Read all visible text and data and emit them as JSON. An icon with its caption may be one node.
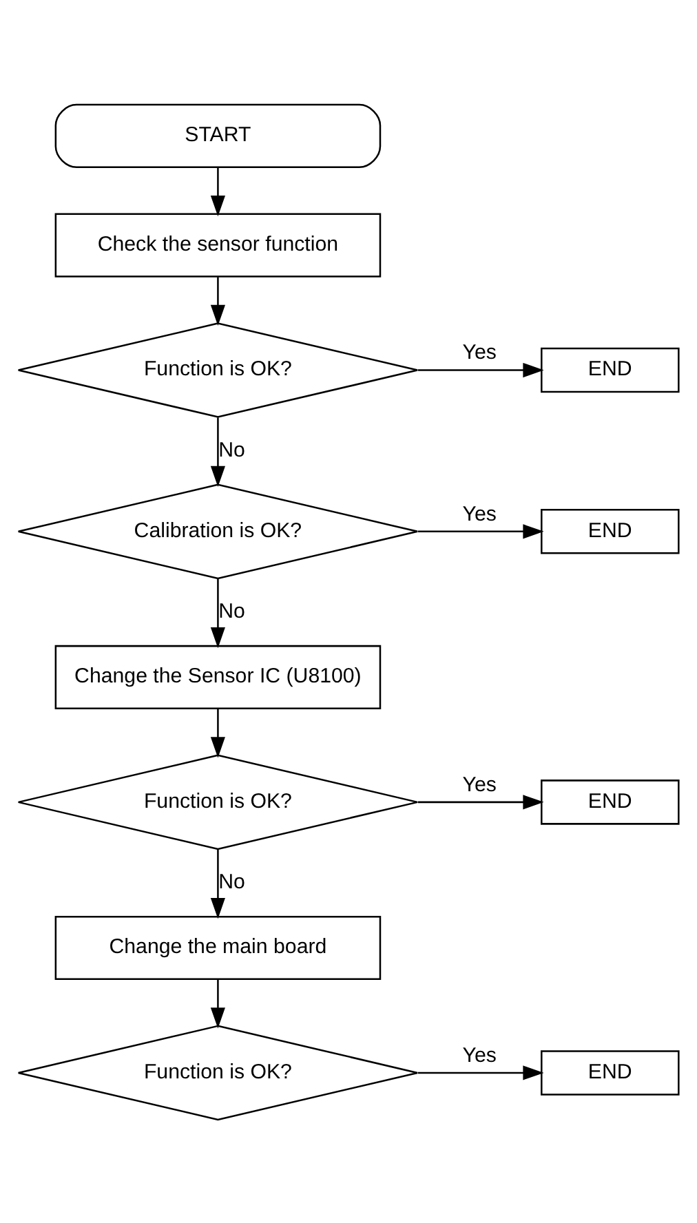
{
  "diagram": {
    "nodes": [
      {
        "text": [
          "START"
        ]
      },
      {
        "text": [
          "Check the sensor function"
        ]
      },
      {
        "text": [
          "Function is OK?"
        ]
      },
      {
        "text": [
          "END"
        ]
      },
      {
        "text": [
          "Calibration is OK?"
        ]
      },
      {
        "text": [
          "END"
        ]
      },
      {
        "text": [
          "Change the Sensor IC (U8100)"
        ]
      },
      {
        "text": [
          "Function is OK?"
        ]
      },
      {
        "text": [
          "END"
        ]
      },
      {
        "text": [
          "Change the main board"
        ]
      },
      {
        "text": [
          "Function is OK?"
        ]
      },
      {
        "text": [
          "END"
        ]
      }
    ],
    "edges": [
      {
        "from": 0,
        "to": 1,
        "arrow": "to"
      },
      {
        "from": 1,
        "to": 2,
        "arrow": "to"
      },
      {
        "from": 2,
        "to": 3,
        "arrow": "to",
        "label": "Yes"
      },
      {
        "from": 2,
        "to": 4,
        "arrow": "to",
        "label": "No"
      },
      {
        "from": 4,
        "to": 5,
        "arrow": "to",
        "label": "Yes"
      },
      {
        "from": 4,
        "to": 6,
        "arrow": "to",
        "label": "No"
      },
      {
        "from": 6,
        "to": 7,
        "arrow": "to"
      },
      {
        "from": 7,
        "to": 8,
        "arrow": "to",
        "label": "Yes"
      },
      {
        "from": 7,
        "to": 9,
        "arrow": "to",
        "label": "No"
      },
      {
        "from": 9,
        "to": 10,
        "arrow": "to"
      },
      {
        "from": 10,
        "to": 11,
        "arrow": "to",
        "label": "Yes"
      }
    ]
  }
}
